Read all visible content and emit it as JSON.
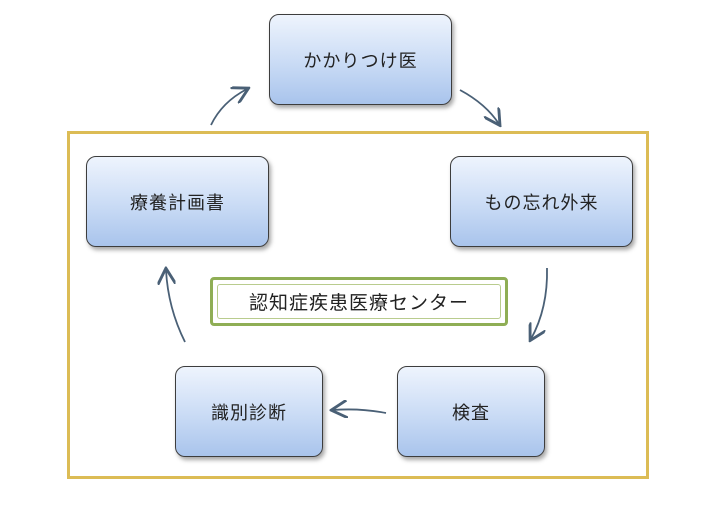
{
  "nodes": {
    "family_doctor": "かかりつけ医",
    "memory_clinic": "もの忘れ外来",
    "examination": "検査",
    "diagnosis": "識別診断",
    "care_plan": "療養計画書"
  },
  "center_label": "認知症疾患医療センター",
  "colors": {
    "frame": "#dcbc55",
    "center_border": "#8fae55",
    "node_fill": "#c9dbf5",
    "arrow": "#4a6076"
  }
}
